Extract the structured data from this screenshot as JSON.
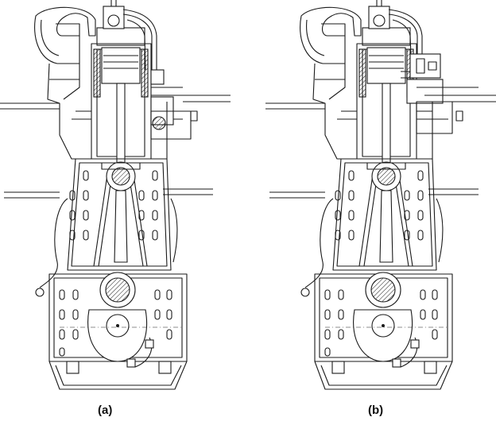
{
  "figure": {
    "panels": [
      {
        "id": "a",
        "label": "(a)"
      },
      {
        "id": "b",
        "label": "(b)"
      }
    ],
    "ink_color": "#1a1a1a",
    "background_color": "#ffffff"
  }
}
